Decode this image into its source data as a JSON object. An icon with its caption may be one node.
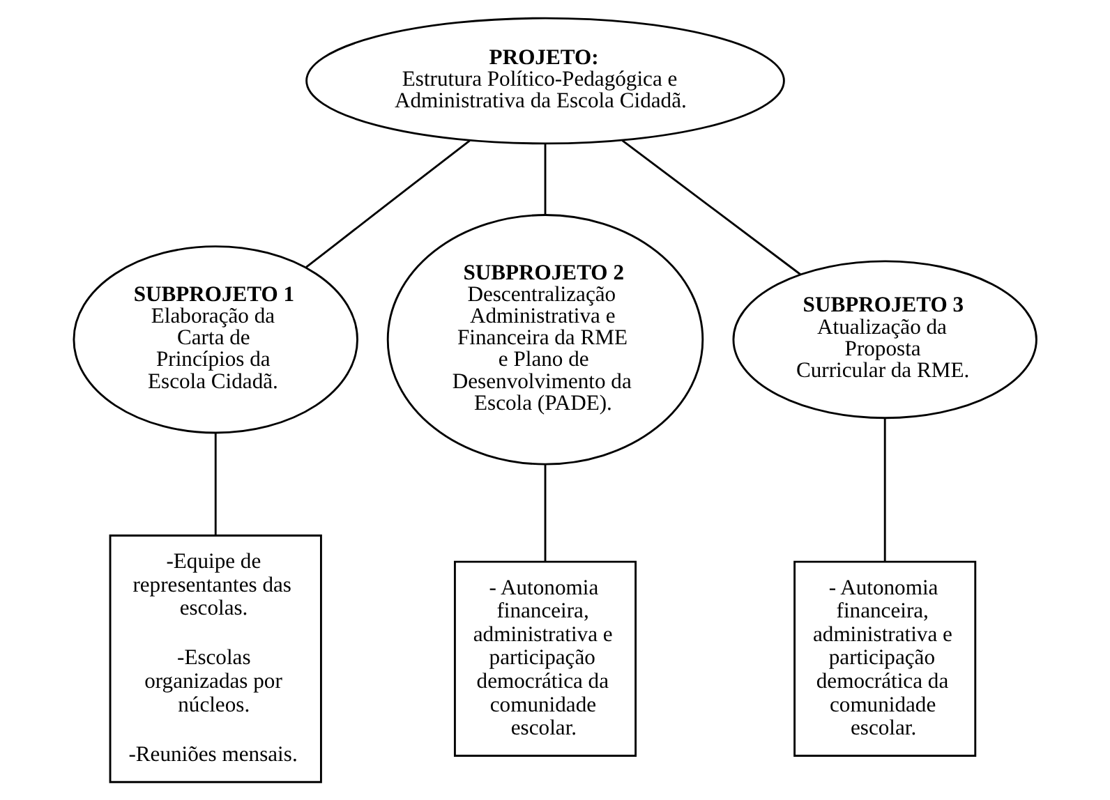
{
  "diagram": {
    "nodes": [
      {
        "text": [
          "PROJETO:",
          "Estrutura Político-Pedagógica e Administrativa da Escola Cidadã."
        ]
      },
      {
        "text": [
          "SUBPROJETO 1",
          "Elaboração da Carta de Princípios da Escola Cidadã."
        ]
      },
      {
        "text": [
          "SUBPROJETO 2",
          "Descentralização Administrativa e Financeira da RME e Plano de Desenvolvimento da Escola (PADE)."
        ]
      },
      {
        "text": [
          "SUBPROJETO 3",
          "Atualização da Proposta Curricular da RME."
        ]
      },
      {
        "text": [
          "-Equipe de representantes das escolas.",
          "-Escolas organizadas por núcleos.",
          "-Reuniões mensais."
        ]
      },
      {
        "text": [
          "- Autonomia financeira, administrativa e participação democrática da comunidade escolar."
        ]
      },
      {
        "text": [
          "- Autonomia financeira, administrativa e participação democrática da comunidade escolar."
        ]
      }
    ],
    "edges": [
      {
        "from": 0,
        "to": 1,
        "arrow": "none"
      },
      {
        "from": 0,
        "to": 2,
        "arrow": "none"
      },
      {
        "from": 0,
        "to": 3,
        "arrow": "none"
      },
      {
        "from": 1,
        "to": 4,
        "arrow": "none"
      },
      {
        "from": 2,
        "to": 5,
        "arrow": "none"
      },
      {
        "from": 3,
        "to": 6,
        "arrow": "none"
      }
    ]
  }
}
